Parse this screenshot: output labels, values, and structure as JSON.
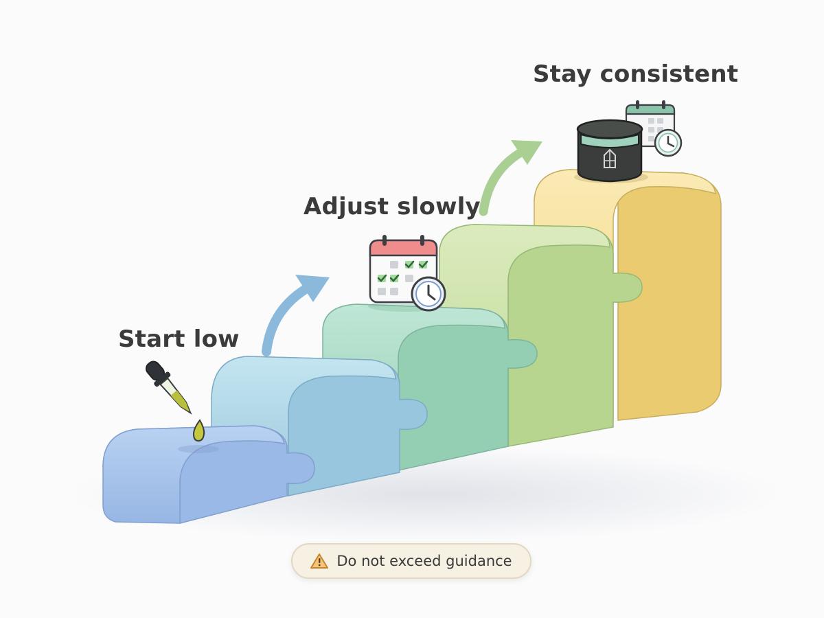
{
  "steps": [
    {
      "label": "Start low",
      "icon": "dropper-icon",
      "color": "#a9c6ec"
    },
    {
      "label": "",
      "icon": "",
      "color": "#afd9e6"
    },
    {
      "label": "Adjust slowly",
      "icon": "calendar-clock-icon",
      "color": "#a7dcc6"
    },
    {
      "label": "",
      "icon": "",
      "color": "#c8e2a8"
    },
    {
      "label": "Stay consistent",
      "icon": "jar-calendar-clock-icon",
      "color": "#f5dd94"
    }
  ],
  "warning": {
    "text": "Do not exceed guidance",
    "icon": "warning-triangle-icon",
    "color": "#e2a14c"
  },
  "arrow_color": "#a8cde8",
  "arrow2_color": "#b9d6a4"
}
